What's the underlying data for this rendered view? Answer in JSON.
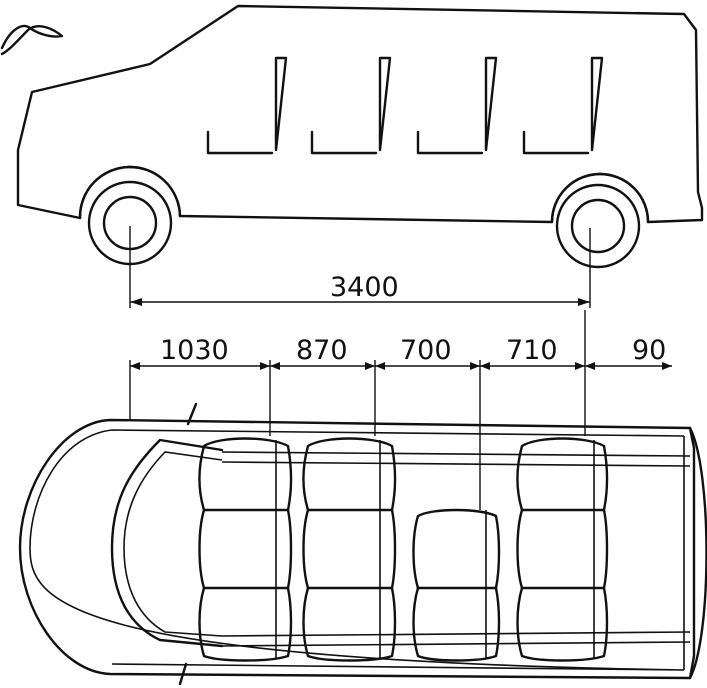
{
  "dimensions": {
    "wheelbase": "3400",
    "segments": [
      "1030",
      "870",
      "700",
      "710",
      "90"
    ]
  }
}
